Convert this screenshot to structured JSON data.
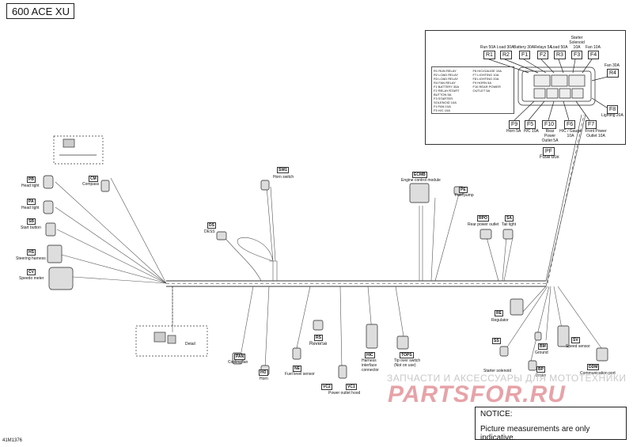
{
  "header": {
    "model": "600 ACE XU"
  },
  "fuse_box": {
    "code": "PF",
    "label": "Fuse box",
    "top_items": [
      {
        "code": "R1",
        "label": "Run 50A"
      },
      {
        "code": "R2",
        "label": "Load 30A"
      },
      {
        "code": "F1",
        "label": "Battery 30A"
      },
      {
        "code": "F2",
        "label": "Relays 5A"
      },
      {
        "code": "R3",
        "label": "Load 50A"
      },
      {
        "code": "F3",
        "label": "Starter Solenoid 10A"
      },
      {
        "code": "F4",
        "label": "Fan 10A"
      }
    ],
    "right_items": [
      {
        "code": "R4",
        "label": "Fan 30A"
      },
      {
        "code": "F8",
        "label": "Lighting 20A"
      }
    ],
    "bottom_items": [
      {
        "code": "F9",
        "label": "Horn 5A"
      },
      {
        "code": "F5",
        "label": "H/C 10A"
      },
      {
        "code": "F10",
        "label": "Rear Power Outlet 5A"
      },
      {
        "code": "F6",
        "label": "H/C / Gauge 10A"
      },
      {
        "code": "F7",
        "label": "Front Power Outlet 10A"
      }
    ],
    "legend_left": [
      "R1  RUN RELAY",
      "R2  LOAD RELAY",
      "R3  LOAD RELAY",
      "R4  FAN RELAY",
      "F1  BATTERY 30A",
      "F2  RELAY/START",
      "      BUTTON 5A",
      "F3  STARTER",
      "      SOLENOID 10A",
      "F4  FAN 10A",
      "F5  H/C 10A"
    ],
    "legend_right": [
      "F6  H/C/GAUGE 10A",
      "F7  LIGHTING 10A",
      "F8  LIGHTING 20A",
      "F9  HORN 5A",
      "F10 REAR POWER",
      "       OUTLET 5A"
    ]
  },
  "components": {
    "compass": {
      "code": "CM",
      "label": "Compass"
    },
    "headlight_1": {
      "code": "PB",
      "label": "Head light"
    },
    "headlight_2": {
      "code": "PA",
      "label": "Head light"
    },
    "start_button": {
      "code": "SB",
      "label": "Start button"
    },
    "steering_harness": {
      "code": "HS",
      "label": "Steering harness"
    },
    "speedo_meter": {
      "code": "CV",
      "label": "Speedo meter"
    },
    "horn_switch": {
      "code": "SW1",
      "label": "Horn switch"
    },
    "dess": {
      "code": "DS",
      "label": "DESS"
    },
    "ecm": {
      "code": "ECMB",
      "label": "Engine control module"
    },
    "fuel_pump": {
      "code": "PE",
      "label": "Fuel pump"
    },
    "rear_power_outlet": {
      "code": "RPO",
      "label": "Rear power outlet"
    },
    "tail_light": {
      "code": "SA",
      "label": "Tail light"
    },
    "regulator": {
      "code": "RE",
      "label": "Regulator"
    },
    "detail": {
      "label": "Detail"
    },
    "cooling_fan": {
      "code": "PAN",
      "label": "Cooling fan"
    },
    "horn": {
      "code": "HO",
      "label": "Horn"
    },
    "fuel_level_sensor": {
      "code": "NE",
      "label": "Fuel level sensor"
    },
    "reverse": {
      "code": "RS",
      "label": "Reverse"
    },
    "power_outlet": {
      "code_a": "VC2",
      "code_b": "VC1",
      "label": "Power outlet hood"
    },
    "harness_interface": {
      "code": "HIC",
      "label": "Harness interface connector"
    },
    "tip_over_switch": {
      "code": "TOPS",
      "label": "Tip over switch (Not on use)"
    },
    "starter_solenoid": {
      "code": "SS",
      "label": "Starter solenoid"
    },
    "brake": {
      "code": "BP",
      "label": "Brake"
    },
    "ground": {
      "code": "BM",
      "label": "Ground"
    },
    "speed_sensor": {
      "code": "SV",
      "label": "Speed sensor"
    },
    "communication_port": {
      "code": "DDM",
      "label": "Communication port"
    }
  },
  "watermark": {
    "top_text": "ЗАПЧАСТИ И АКСЕССУАРЫ ДЛЯ МОТОТЕХНИКИ",
    "logo": "PARTSFOR.RU"
  },
  "notice": {
    "title": "NOTICE:",
    "text": "Picture measurements are only indicative."
  },
  "doc_number": "41M1376"
}
